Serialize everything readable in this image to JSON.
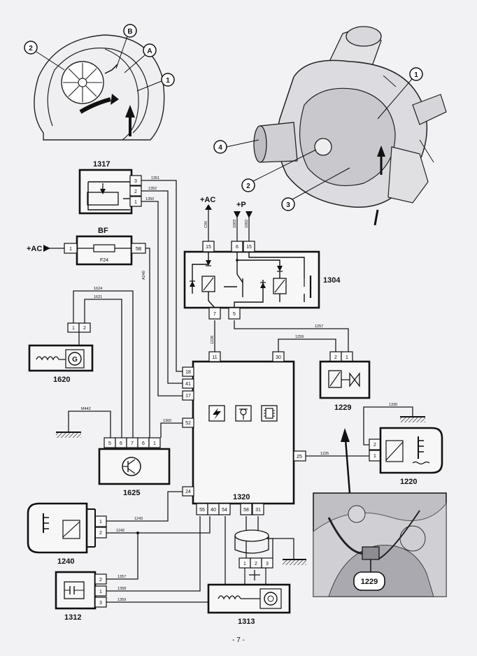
{
  "components": {
    "c1317": "1317",
    "bf": "BF",
    "fuse": "F24",
    "c1304": "1304",
    "c1620": "1620",
    "c1625": "1625",
    "c1320": "1320",
    "c1229": "1229",
    "c1220": "1220",
    "c1240": "1240",
    "c1312": "1312",
    "c1313": "1313",
    "inset1229": "1229"
  },
  "supplies": {
    "ac_left": "+AC",
    "ac_top": "+AC",
    "p_top": "+P"
  },
  "callouts": {
    "left_2": "2",
    "left_b": "B",
    "left_a": "A",
    "left_1": "1",
    "right_1": "1",
    "right_4": "4",
    "right_2": "2",
    "right_3": "3"
  },
  "pins": {
    "p1317": [
      "3",
      "2",
      "1"
    ],
    "bf_in": "1",
    "bf_out": "5B",
    "p1304_top": [
      "15",
      "6",
      "15"
    ],
    "p1304_bot": [
      "7",
      "5"
    ],
    "p1620": [
      "1",
      "2"
    ],
    "p1625": [
      "5",
      "6",
      "7",
      "6",
      "1"
    ],
    "p1320_left": [
      "18",
      "41",
      "17",
      "52",
      "24"
    ],
    "p1320_top": [
      "11",
      "30"
    ],
    "p1320_right": "25",
    "p1320_bot": [
      "55",
      "40",
      "54",
      "58",
      "31"
    ],
    "p1229": [
      "2",
      "1"
    ],
    "p1220": [
      "2",
      "1"
    ],
    "p1240": [
      "1",
      "2"
    ],
    "p1312": [
      "2",
      "1",
      "3"
    ],
    "p1313": [
      "1",
      "2",
      "3"
    ]
  },
  "wires": {
    "w1351": "1351",
    "w1352": "1352",
    "w1350": "1350",
    "wA240": "A240",
    "w1624": "1624",
    "w1621": "1621",
    "wM442": "M442",
    "w1360": "1360",
    "wC05": "C05",
    "w1003": "1003",
    "w1002": "1002",
    "w1226": "1226",
    "w1257": "1257",
    "w1259": "1259",
    "w1330": "1330",
    "w1225": "1225",
    "w1243": "1243",
    "w1242": "1242",
    "w1357": "1357",
    "w1358": "1358",
    "w1359": "1359"
  },
  "page_number": "- 7 -"
}
